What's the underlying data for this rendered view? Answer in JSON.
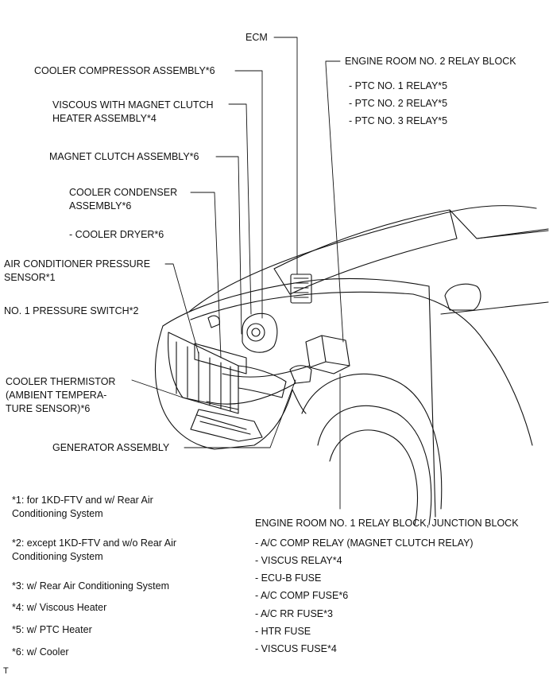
{
  "labels": {
    "ecm": "ECM",
    "engine_room_2": "ENGINE ROOM NO. 2 RELAY BLOCK",
    "ptc1": "- PTC NO. 1 RELAY*5",
    "ptc2": "- PTC NO. 2 RELAY*5",
    "ptc3": "- PTC NO. 3 RELAY*5",
    "cooler_compressor": "COOLER COMPRESSOR ASSEMBLY*6",
    "viscous": "VISCOUS WITH MAGNET CLUTCH\nHEATER ASSEMBLY*4",
    "magnet_clutch": "MAGNET CLUTCH ASSEMBLY*6",
    "cooler_condenser": "COOLER CONDENSER\nASSEMBLY*6",
    "cooler_dryer": "- COOLER DRYER*6",
    "ac_pressure_sensor": "AIR CONDITIONER PRESSURE\nSENSOR*1",
    "pressure_switch": "NO. 1 PRESSURE SWITCH*2",
    "cooler_thermistor": "COOLER THERMISTOR\n(AMBIENT TEMPERA-\nTURE SENSOR)*6",
    "generator": "GENERATOR ASSEMBLY",
    "engine_room_1": "ENGINE ROOM NO. 1 RELAY BLOCK, JUNCTION BLOCK",
    "ac_comp_relay": "- A/C COMP RELAY (MAGNET CLUTCH RELAY)",
    "viscus_relay": "- VISCUS RELAY*4",
    "ecu_b_fuse": "- ECU-B FUSE",
    "ac_comp_fuse": "- A/C COMP FUSE*6",
    "ac_rr_fuse": "- A/C RR FUSE*3",
    "htr_fuse": "- HTR FUSE",
    "viscus_fuse": "- VISCUS FUSE*4"
  },
  "footnotes": [
    "*1: for 1KD-FTV and w/ Rear Air\nConditioning System",
    "*2: except 1KD-FTV and w/o Rear Air\nConditioning System",
    "*3: w/ Rear Air Conditioning System",
    "*4: w/ Viscous Heater",
    "*5: w/ PTC Heater",
    "*6: w/ Cooler"
  ],
  "corner_mark": "T"
}
